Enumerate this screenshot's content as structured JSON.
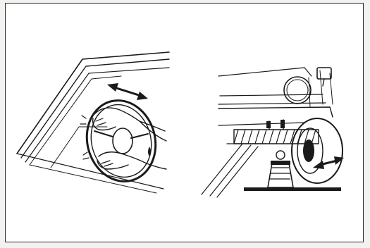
{
  "figure": {
    "panels": [
      {
        "subject": "steering-wheel-free-play-check",
        "arrow": "double-headed-horizontal"
      },
      {
        "subject": "front-wheel-play-check-on-jack",
        "arrow": "double-headed-horizontal"
      }
    ],
    "colors": {
      "ink": "#1a1a1a",
      "paper": "#ffffff",
      "frame": "#2a2a2a"
    }
  }
}
